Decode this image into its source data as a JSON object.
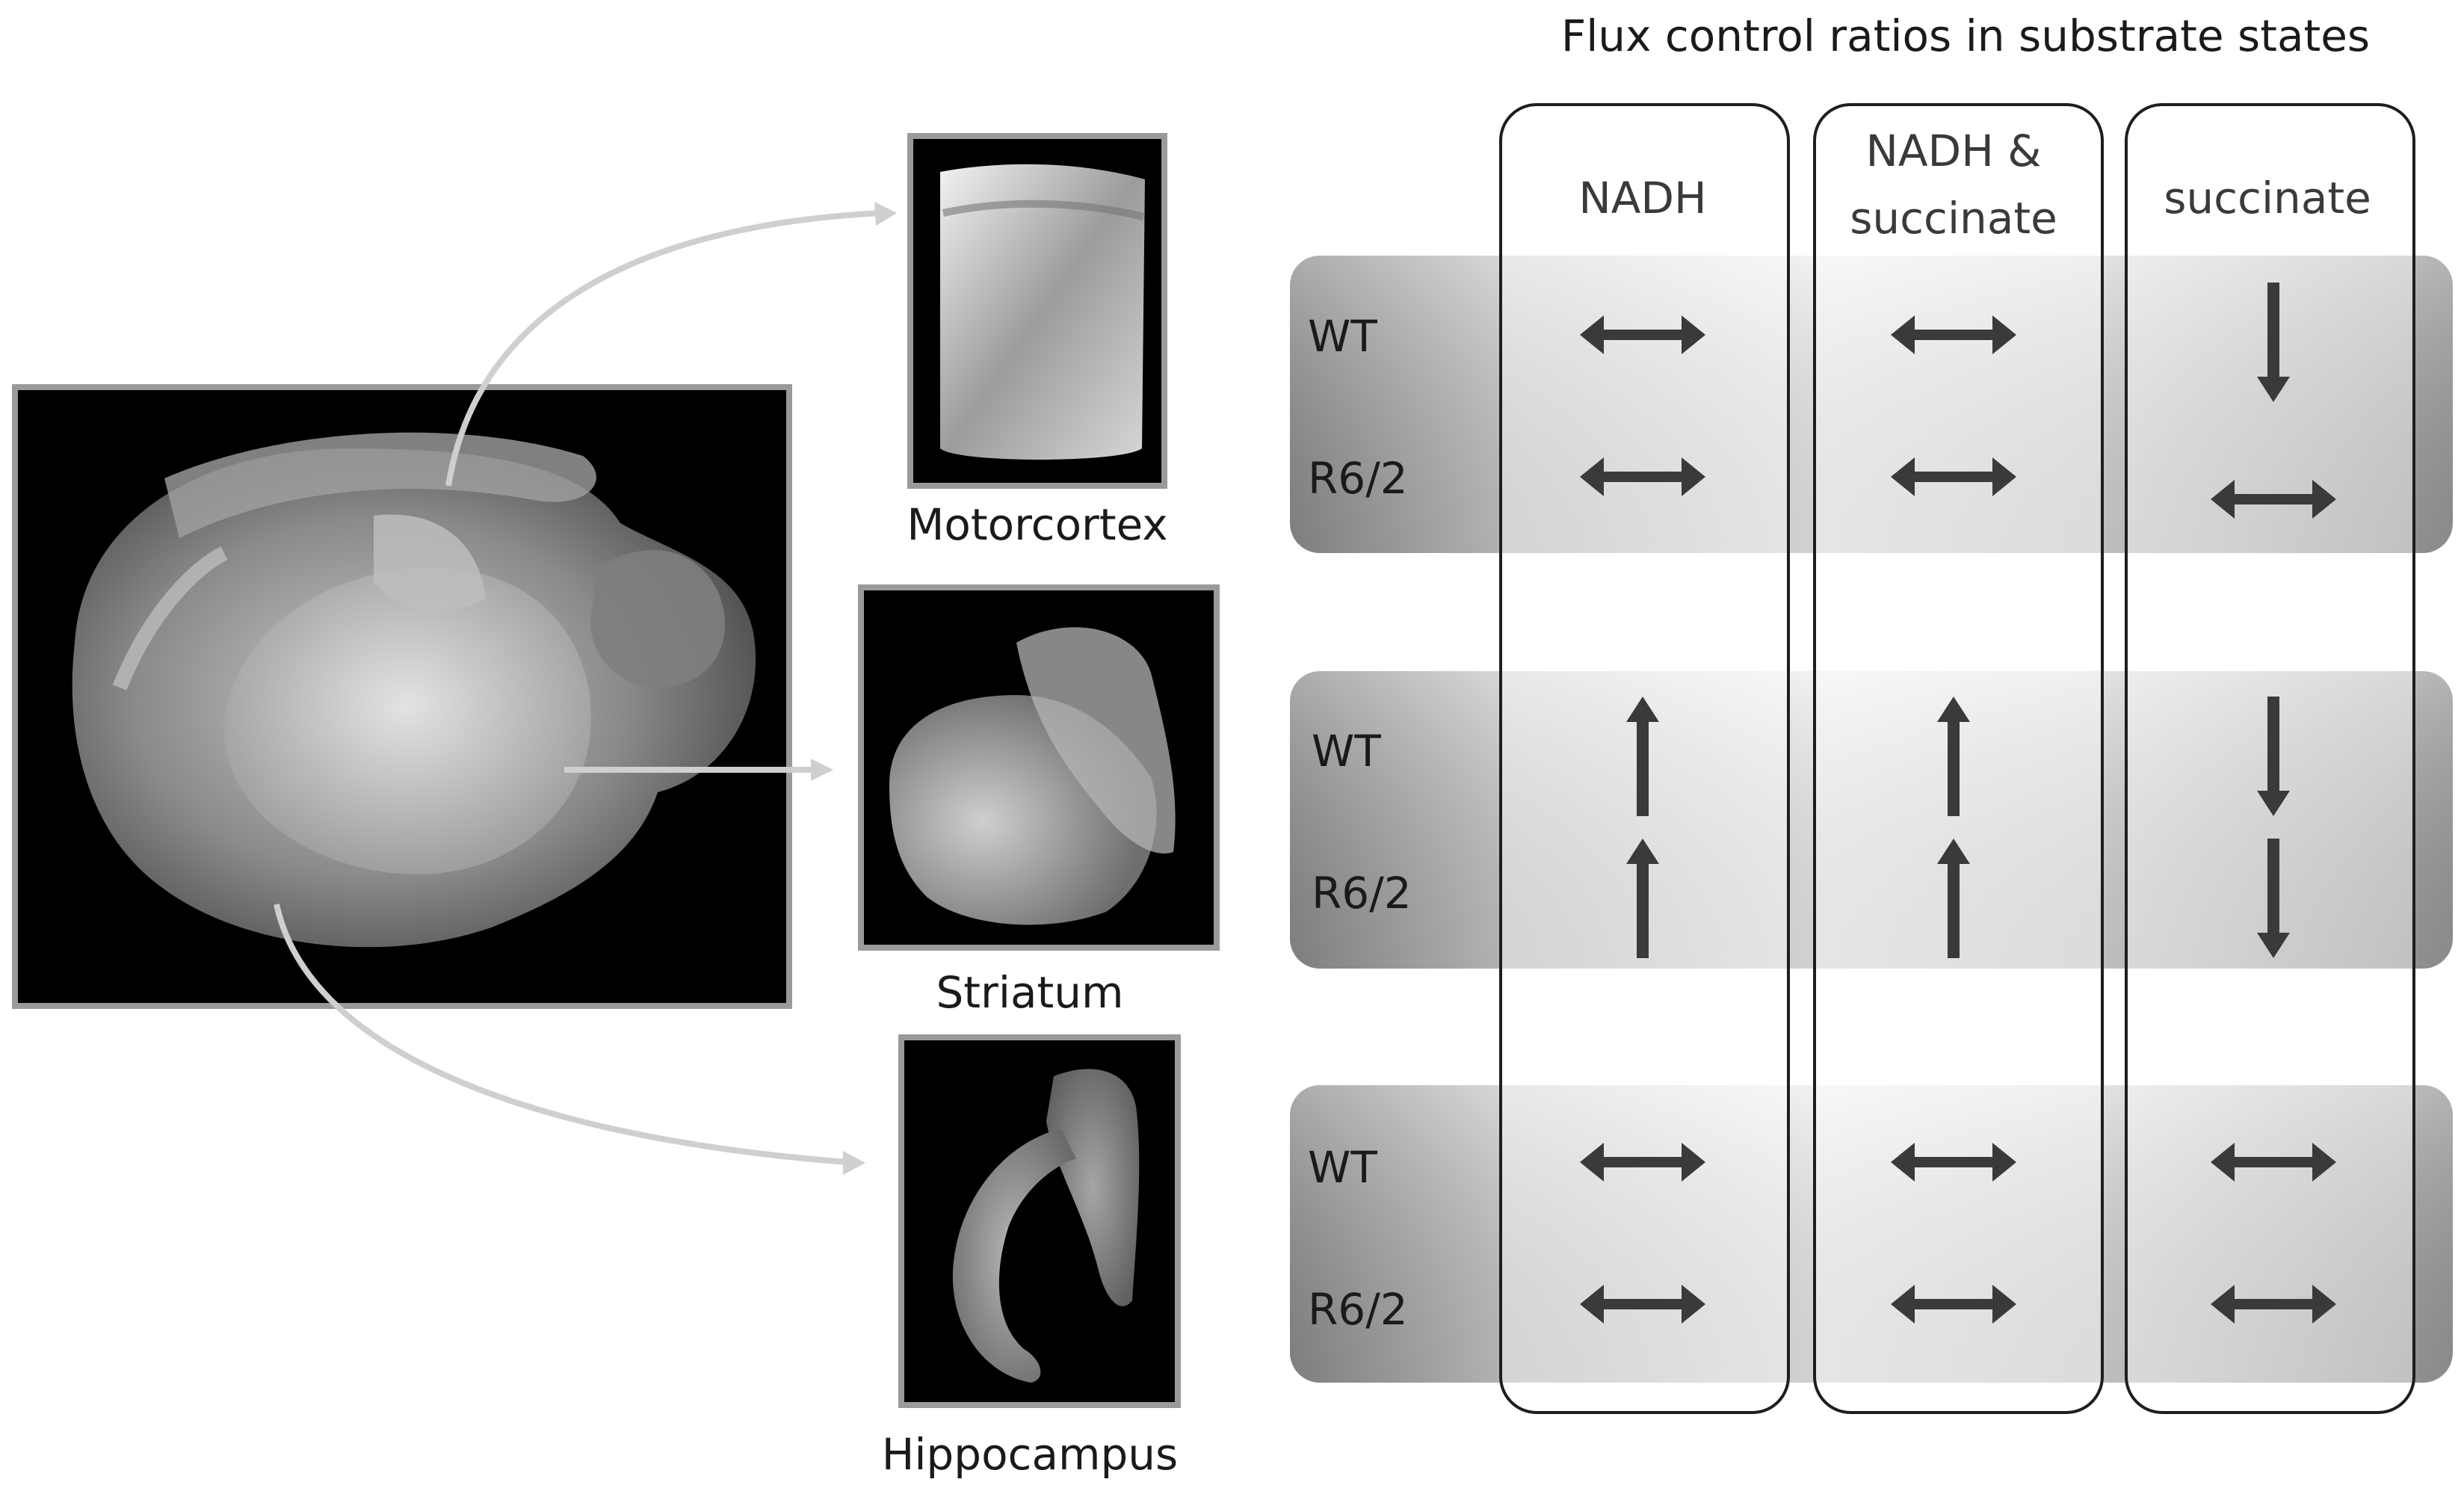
{
  "header": {
    "title": "Flux control ratios in substrate states"
  },
  "columns": [
    {
      "label_lines": [
        "NADH"
      ]
    },
    {
      "label_lines": [
        "NADH &",
        "succinate"
      ]
    },
    {
      "label_lines": [
        "succinate"
      ]
    }
  ],
  "regions": [
    {
      "name": "Motorcortex",
      "rows": [
        {
          "label": "WT",
          "arrows": [
            "both",
            "both",
            "down"
          ]
        },
        {
          "label": "R6/2",
          "arrows": [
            "both",
            "both",
            "both"
          ]
        }
      ]
    },
    {
      "name": "Striatum",
      "rows": [
        {
          "label": "WT",
          "arrows": [
            "up",
            "up",
            "down"
          ]
        },
        {
          "label": "R6/2",
          "arrows": [
            "up",
            "up",
            "down"
          ]
        }
      ]
    },
    {
      "name": "Hippocampus",
      "rows": [
        {
          "label": "WT",
          "arrows": [
            "both",
            "both",
            "both"
          ]
        },
        {
          "label": "R6/2",
          "arrows": [
            "both",
            "both",
            "both"
          ]
        }
      ]
    }
  ],
  "colors": {
    "arrow": "#3a3a3a",
    "column_border": "#1e1e1e",
    "band_dark": "#9a9a9a",
    "band_light": "#f2f2f2",
    "connector": "#cfcfcf",
    "image_bg": "#000000"
  }
}
